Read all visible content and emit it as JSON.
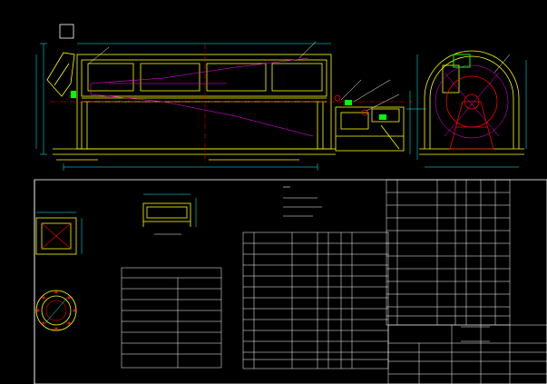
{
  "drawing": {
    "views": [
      "front-elevation",
      "side-elevation",
      "detail-a",
      "detail-b",
      "detail-c"
    ],
    "colors": {
      "background": "#000000",
      "frame": "#ffff00",
      "outline": "#00ff00",
      "hidden": "#ff00ff",
      "table": "#ffffff",
      "dimension": "#00ffff",
      "accent": "#ff0000"
    }
  }
}
